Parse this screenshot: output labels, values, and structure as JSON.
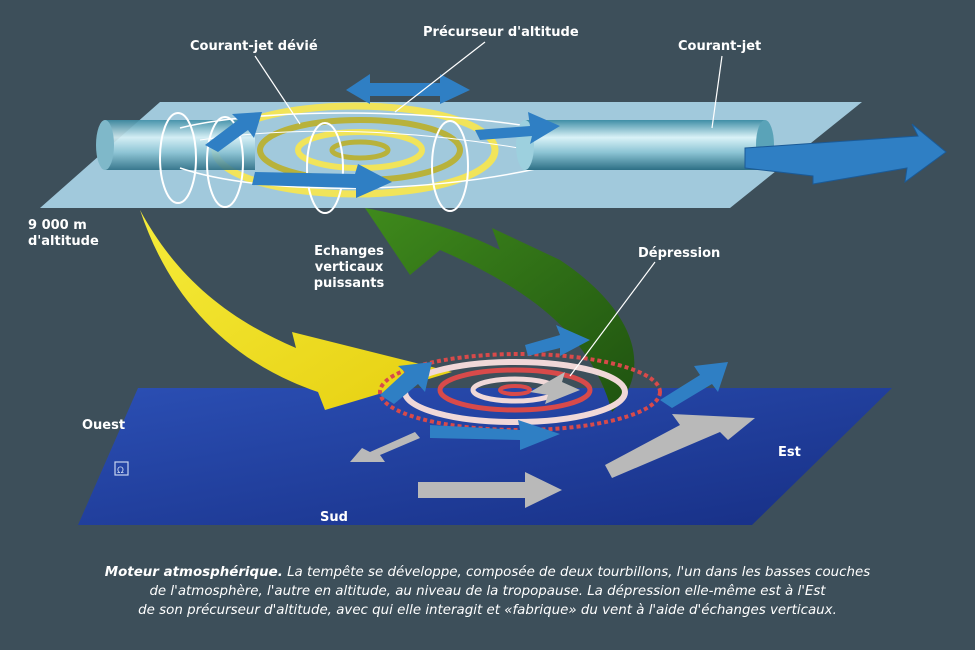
{
  "labels": {
    "jet_deviated": "Courant-jet dévié",
    "altitude_precursor": "Précurseur d'altitude",
    "jet_stream": "Courant-jet",
    "altitude_line1": "9 000 m",
    "altitude_line2": "d'altitude",
    "exchanges_line1": "Echanges",
    "exchanges_line2": "verticaux",
    "exchanges_line3": "puissants",
    "depression": "Dépression",
    "west": "Ouest",
    "east": "Est",
    "south": "Sud"
  },
  "caption": {
    "title": "Moteur atmosphérique.",
    "text_line1": " La tempête se développe, composée de deux tourbillons, l'un dans les basses couches",
    "text_line2": "de l'atmosphère, l'autre en altitude, au niveau de la tropopause. La dépression elle-même est à l'Est",
    "text_line3": "de son précurseur d'altitude, avec qui elle interagit et «fabrique» du vent à l'aide d'échanges verticaux."
  },
  "colors": {
    "background": "#3d4f5a",
    "upper_plane": "#a9d3e6",
    "lower_plane": "#1f3c9e",
    "blue_arrow": "#2f7fc4",
    "yellow_arrow": "#f2e21a",
    "green_arrow": "#2c6b12",
    "grey_arrow": "#b9b9b9",
    "red_ring": "#d84a4a"
  }
}
